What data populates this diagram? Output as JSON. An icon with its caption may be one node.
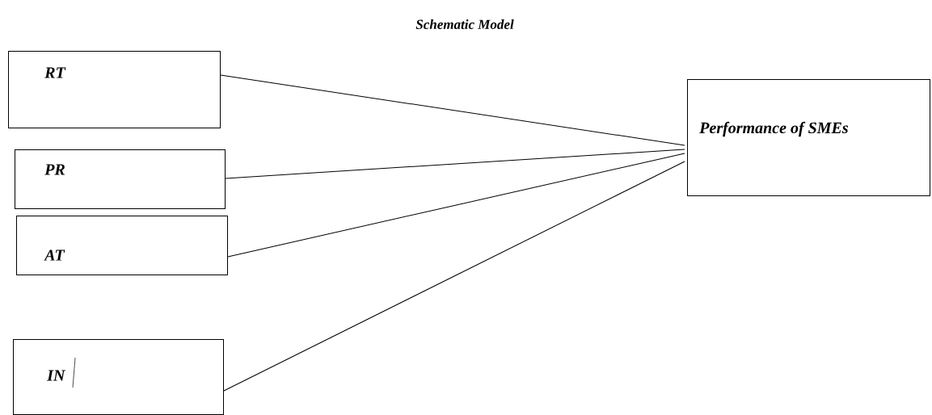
{
  "diagram": {
    "title": "Schematic Model",
    "nodes": [
      {
        "text": [
          "RT"
        ]
      },
      {
        "text": [
          "PR"
        ]
      },
      {
        "text": [
          "AT"
        ]
      },
      {
        "text": [
          "IN"
        ]
      },
      {
        "text": [
          "Performance of SMEs"
        ]
      }
    ],
    "edges": [
      {
        "from": 0,
        "to": 4,
        "arrow": "none"
      },
      {
        "from": 1,
        "to": 4,
        "arrow": "none"
      },
      {
        "from": 2,
        "to": 4,
        "arrow": "none"
      },
      {
        "from": 3,
        "to": 4,
        "arrow": "none"
      }
    ]
  }
}
